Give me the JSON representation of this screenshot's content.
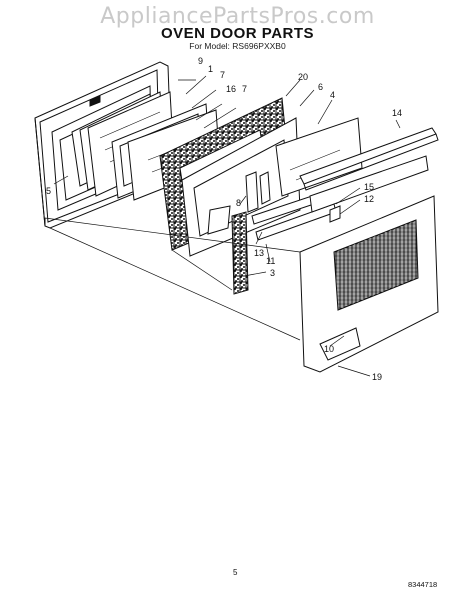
{
  "watermark": "AppliancePartsPros.com",
  "title": "OVEN DOOR PARTS",
  "subtitle": "For Model: RS696PXXB0",
  "callouts": [
    "9",
    "1",
    "7",
    "16",
    "7",
    "20",
    "6",
    "4",
    "14",
    "5",
    "8",
    "13",
    "11",
    "3",
    "15",
    "12",
    "10",
    "19"
  ],
  "footer": {
    "page_number": "5",
    "doc_number": "8344718"
  }
}
